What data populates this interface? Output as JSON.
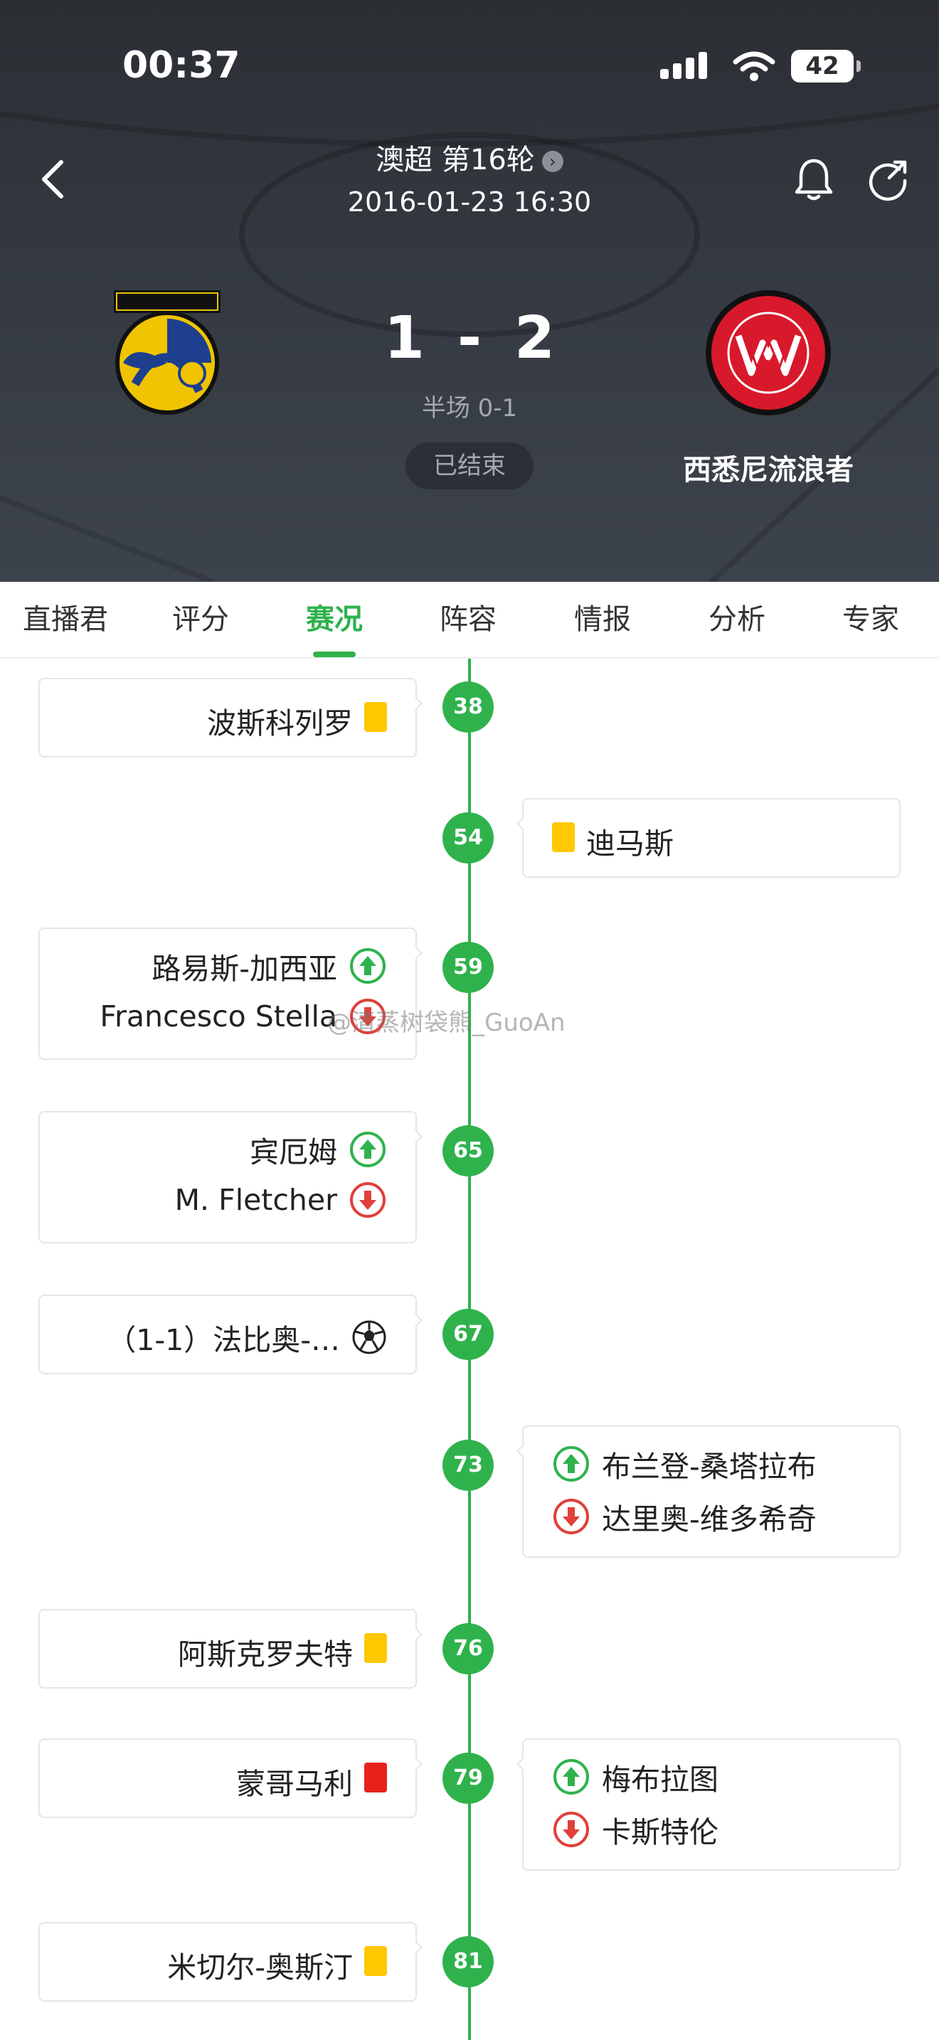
{
  "status_bar": {
    "time": "00:37",
    "battery": "42"
  },
  "header": {
    "league": "澳超 第16轮",
    "datetime": "2016-01-23 16:30",
    "home_score": "1",
    "score_separator": "-",
    "away_score": "2",
    "half_time": "半场 0-1",
    "match_status": "已结束",
    "away_team": "西悉尼流浪者"
  },
  "tabs": [
    "直播君",
    "评分",
    "赛况",
    "阵容",
    "情报",
    "分析",
    "专家"
  ],
  "active_tab": "赛况",
  "events": [
    {
      "minute": "38",
      "left": [
        {
          "text": "波斯科列罗",
          "icon": "yellow-card"
        }
      ],
      "right": []
    },
    {
      "minute": "54",
      "left": [],
      "right": [
        {
          "text": "迪马斯",
          "icon": "yellow-card"
        }
      ]
    },
    {
      "minute": "59",
      "left": [
        {
          "text": "路易斯-加西亚",
          "icon": "sub-in"
        },
        {
          "text": "Francesco Stella",
          "icon": "sub-out"
        }
      ],
      "right": []
    },
    {
      "minute": "65",
      "left": [
        {
          "text": "宾厄姆",
          "icon": "sub-in"
        },
        {
          "text": "M. Fletcher",
          "icon": "sub-out"
        }
      ],
      "right": []
    },
    {
      "minute": "67",
      "left": [
        {
          "text": "（1-1）法比奥-…",
          "icon": "goal-ball"
        }
      ],
      "right": []
    },
    {
      "minute": "73",
      "left": [],
      "right": [
        {
          "text": "布兰登-桑塔拉布",
          "icon": "sub-in"
        },
        {
          "text": "达里奥-维多希奇",
          "icon": "sub-out"
        }
      ]
    },
    {
      "minute": "76",
      "left": [
        {
          "text": "阿斯克罗夫特",
          "icon": "yellow-card"
        }
      ],
      "right": []
    },
    {
      "minute": "79",
      "left": [
        {
          "text": "蒙哥马利",
          "icon": "red-card"
        }
      ],
      "right": [
        {
          "text": "梅布拉图",
          "icon": "sub-in"
        },
        {
          "text": "卡斯特伦",
          "icon": "sub-out"
        }
      ]
    },
    {
      "minute": "81",
      "left": [
        {
          "text": "米切尔-奥斯汀",
          "icon": "yellow-card"
        }
      ],
      "right": []
    }
  ],
  "watermark": "@清蒸树袋熊_GuoAn",
  "colors": {
    "accent_green": "#2fb24c",
    "yellow_card": "#ffc800",
    "red_card": "#e8211b",
    "sub_out_red": "#e0403a",
    "header_bg": "#343941"
  }
}
